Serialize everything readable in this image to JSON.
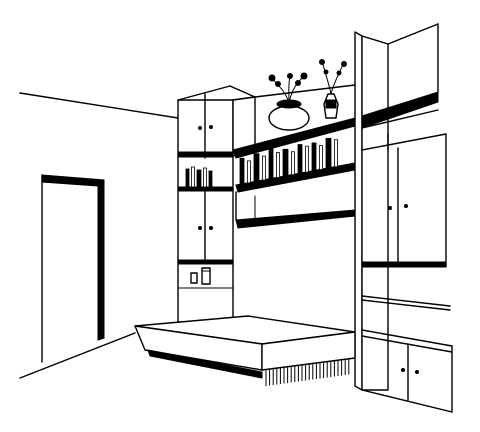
{
  "illustration": {
    "line_color": "#000000",
    "background": "#ffffff"
  },
  "books_upper": [
    {
      "w": 4,
      "h": 26,
      "tilt": 0
    },
    {
      "w": 3,
      "h": 22,
      "tilt": 0
    },
    {
      "w": 5,
      "h": 28,
      "tilt": 0
    },
    {
      "w": 3,
      "h": 24,
      "tilt": 0
    },
    {
      "w": 4,
      "h": 30,
      "tilt": 0
    },
    {
      "w": 3,
      "h": 25,
      "tilt": 0
    },
    {
      "w": 5,
      "h": 27,
      "tilt": 0
    },
    {
      "w": 3,
      "h": 23,
      "tilt": 0
    },
    {
      "w": 4,
      "h": 29,
      "tilt": 0
    },
    {
      "w": 3,
      "h": 26,
      "tilt": 0
    },
    {
      "w": 4,
      "h": 28,
      "tilt": 0
    },
    {
      "w": 3,
      "h": 24,
      "tilt": 0
    },
    {
      "w": 5,
      "h": 30,
      "tilt": 0
    },
    {
      "w": 3,
      "h": 27,
      "tilt": 0
    }
  ],
  "books_left": [
    {
      "w": 3,
      "h": 18
    },
    {
      "w": 3,
      "h": 20
    },
    {
      "w": 4,
      "h": 17
    },
    {
      "w": 3,
      "h": 19
    },
    {
      "w": 3,
      "h": 16
    }
  ]
}
